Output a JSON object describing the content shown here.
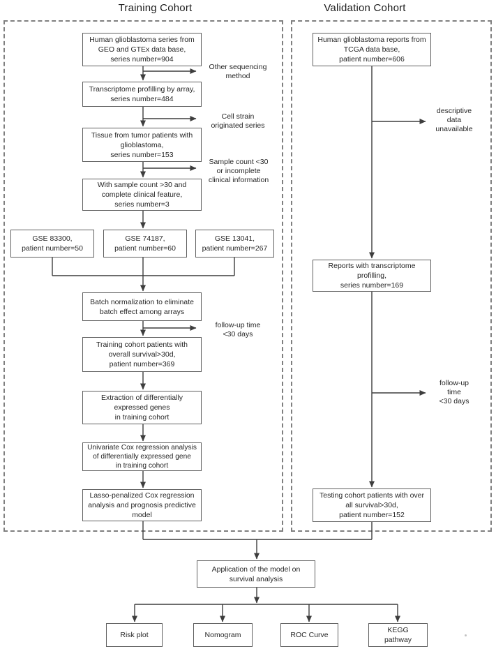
{
  "titles": {
    "training": "Training Cohort",
    "validation": "Validation Cohort"
  },
  "training": {
    "boxes": {
      "geo": {
        "lines": [
          "Human glioblastoma series from",
          "GEO and  GTEx data base,",
          "series number=904"
        ]
      },
      "transcriptome": {
        "lines": [
          "Transcriptome profilling by array,",
          "series number=484"
        ]
      },
      "tissue": {
        "lines": [
          "Tissue from tumor patients with",
          "glioblastoma,",
          "series number=153"
        ]
      },
      "sample": {
        "lines": [
          "With sample count >30 and",
          "complete clinical feature,",
          "series number=3"
        ]
      },
      "gse83300": {
        "lines": [
          "GSE 83300,",
          "patient number=50"
        ]
      },
      "gse74187": {
        "lines": [
          "GSE 74187,",
          "patient number=60"
        ]
      },
      "gse13041": {
        "lines": [
          "GSE 13041,",
          "patient number=267"
        ]
      },
      "batch": {
        "lines": [
          "Batch normalization to eliminate",
          "batch effect among arrays"
        ]
      },
      "survival": {
        "lines": [
          "Training cohort patients with",
          "overall survival>30d,",
          "patient number=369"
        ]
      },
      "extraction": {
        "lines": [
          "Extraction of differentially",
          "expressed genes",
          "in training cohort"
        ]
      },
      "univariate": {
        "lines": [
          "Univariate Cox regression analysis",
          "of differentially expressed gene",
          "in training cohort"
        ]
      },
      "lasso": {
        "lines": [
          "Lasso-penalized Cox regression",
          "analysis and prognosis predictive",
          "model"
        ]
      }
    },
    "exclusions": {
      "other_seq": {
        "lines": [
          "Other sequencing",
          "method"
        ]
      },
      "cell_strain": {
        "lines": [
          "Cell strain",
          "originated series"
        ]
      },
      "sample_count": {
        "lines": [
          "Sample count <30",
          "or incomplete",
          "clinical information"
        ]
      },
      "followup": {
        "lines": [
          "follow-up time",
          "<30 days"
        ]
      }
    }
  },
  "validation": {
    "boxes": {
      "tcga": {
        "lines": [
          "Human glioblastoma reports from",
          "TCGA data base,",
          "patient number=606"
        ]
      },
      "reports": {
        "lines": [
          "Reports with transcriptome",
          "profilling,",
          "series number=169"
        ]
      },
      "testing": {
        "lines": [
          "Testing cohort patients with over",
          "all survival>30d,",
          "patient number=152"
        ]
      }
    },
    "exclusions": {
      "descriptive": {
        "lines": [
          "descriptive",
          "data",
          "unavailable"
        ]
      },
      "followup": {
        "lines": [
          "follow-up",
          "time",
          "<30 days"
        ]
      }
    }
  },
  "bottom": {
    "application": {
      "lines": [
        "Application of the model on",
        "survival analysis"
      ]
    },
    "outputs": {
      "risk": "Risk plot",
      "nomogram": "Nomogram",
      "roc": "ROC Curve",
      "kegg": {
        "lines": [
          "KEGG",
          "pathway"
        ]
      }
    }
  },
  "colors": {
    "line": "#3d3d3d",
    "box_border": "#5f5f5f",
    "dash_border": "#7f7f7f",
    "text": "#262626"
  }
}
